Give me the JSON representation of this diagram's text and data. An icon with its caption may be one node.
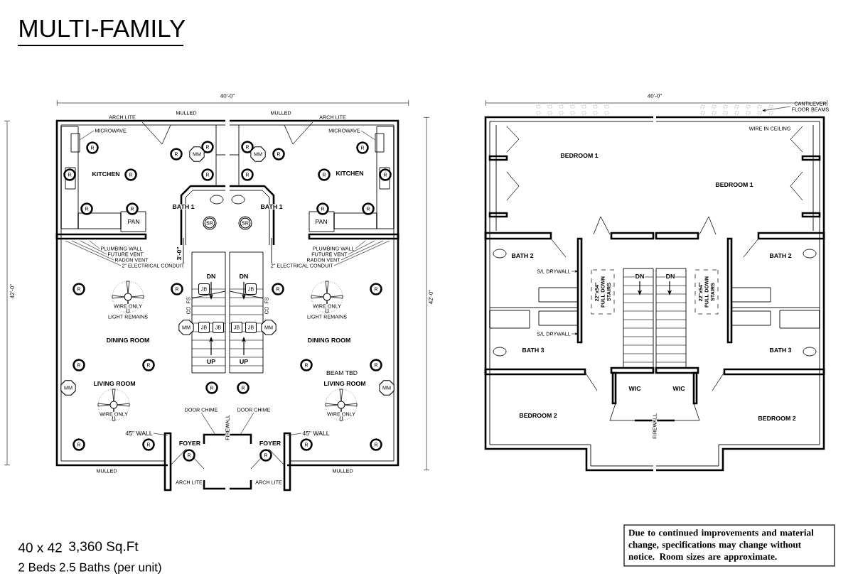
{
  "diagram": {
    "title": "MULTI-FAMILY",
    "nodes": [
      {
        "text": [
          "MICROWAVE"
        ]
      },
      {
        "text": [
          "MICROWAVE"
        ]
      },
      {
        "text": [
          "PLUMBING WALL"
        ]
      },
      {
        "text": [
          "FUTURE VENT"
        ]
      },
      {
        "text": [
          "RADON VENT"
        ]
      },
      {
        "text": [
          "2\" ELECTRICAL CONDUIT"
        ]
      },
      {
        "text": [
          "PLUMBING WALL"
        ]
      },
      {
        "text": [
          "FUTURE VENT"
        ]
      },
      {
        "text": [
          "RADON VENT"
        ]
      },
      {
        "text": [
          "2\" ELECTRICAL CONDUIT"
        ]
      },
      {
        "text": [
          "45\" WALL"
        ]
      },
      {
        "text": [
          "45\" WALL"
        ]
      },
      {
        "text": [
          "DOOR CHIME"
        ]
      },
      {
        "text": [
          "DOOR CHIME"
        ]
      },
      {
        "text": [
          "CANTILEVER FLOOR BEAMS"
        ]
      },
      {
        "text": [
          "S/L DRYWALL"
        ]
      },
      {
        "text": [
          "S/L DRYWALL"
        ]
      },
      {
        "text": [
          "Due to continued improvements and material change, specifications may change without notice. Room sizes are approximate."
        ]
      },
      {
        "text": [
          "R"
        ]
      },
      {
        "text": [
          "R"
        ]
      },
      {
        "text": [
          "R"
        ]
      },
      {
        "text": [
          "R"
        ]
      },
      {
        "text": [
          "R"
        ]
      },
      {
        "text": [
          "MM"
        ]
      },
      {
        "text": [
          "MM"
        ]
      },
      {
        "text": [
          "R"
        ]
      },
      {
        "text": [
          "R"
        ]
      },
      {
        "text": [
          "R"
        ]
      },
      {
        "text": [
          "R"
        ]
      },
      {
        "text": [
          "R"
        ]
      },
      {
        "text": [
          "R"
        ]
      },
      {
        "text": [
          "R"
        ]
      },
      {
        "text": [
          "R"
        ]
      },
      {
        "text": [
          "R"
        ]
      },
      {
        "text": [
          "R"
        ]
      },
      {
        "text": [
          "R"
        ]
      },
      {
        "text": [
          "SR"
        ]
      },
      {
        "text": [
          "SR"
        ]
      },
      {
        "text": [
          "R"
        ]
      },
      {
        "text": [
          "R"
        ]
      },
      {
        "text": [
          "JB"
        ]
      },
      {
        "text": [
          "JB"
        ]
      },
      {
        "text": [
          "R"
        ]
      },
      {
        "text": [
          "R"
        ]
      },
      {
        "text": [
          "MM"
        ]
      },
      {
        "text": [
          "JB"
        ]
      },
      {
        "text": [
          "JB"
        ]
      },
      {
        "text": [
          "JB"
        ]
      },
      {
        "text": [
          "JB"
        ]
      },
      {
        "text": [
          "MM"
        ]
      },
      {
        "text": [
          "R"
        ]
      },
      {
        "text": [
          "R"
        ]
      },
      {
        "text": [
          "R"
        ]
      },
      {
        "text": [
          "R"
        ]
      },
      {
        "text": [
          "MM"
        ]
      },
      {
        "text": [
          "R"
        ]
      },
      {
        "text": [
          "R"
        ]
      },
      {
        "text": [
          "MM"
        ]
      },
      {
        "text": [
          "R"
        ]
      },
      {
        "text": [
          "R"
        ]
      },
      {
        "text": [
          "R"
        ]
      },
      {
        "text": [
          "R"
        ]
      },
      {
        "text": [
          "R"
        ]
      },
      {
        "text": [
          "R"
        ]
      },
      {
        "text": [],
        "shape": "box"
      },
      {
        "text": [],
        "shape": "box"
      }
    ],
    "edges": [
      {
        "from": 0,
        "to": 64,
        "arrow": "none"
      },
      {
        "from": 1,
        "to": 65,
        "arrow": "none"
      },
      {
        "from": 2,
        "to": null,
        "arrow": "none"
      },
      {
        "from": 3,
        "to": null,
        "arrow": "none"
      },
      {
        "from": 4,
        "to": null,
        "arrow": "none"
      },
      {
        "from": 5,
        "to": null,
        "arrow": "none"
      },
      {
        "from": 6,
        "to": null,
        "arrow": "none"
      },
      {
        "from": 7,
        "to": null,
        "arrow": "none"
      },
      {
        "from": 8,
        "to": null,
        "arrow": "none"
      },
      {
        "from": 9,
        "to": null,
        "arrow": "none"
      },
      {
        "from": 10,
        "to": null,
        "arrow": "none"
      },
      {
        "from": 11,
        "to": null,
        "arrow": "none"
      },
      {
        "from": 12,
        "to": null,
        "arrow": "none"
      },
      {
        "from": 13,
        "to": null,
        "arrow": "none"
      },
      {
        "from": 14,
        "to": null,
        "arrow": "to"
      },
      {
        "from": 15,
        "to": null,
        "arrow": "to"
      },
      {
        "from": 16,
        "to": null,
        "arrow": "to"
      }
    ],
    "labels": [
      "40'-0\"",
      "42'-0\"",
      "ARCH LITE",
      "MULLED",
      "MULLED",
      "ARCH LITE",
      "KITCHEN",
      "KITCHEN",
      "BATH 1",
      "BATH 1",
      "PAN",
      "PAN",
      "3'-0\"",
      "DN",
      "DN",
      "CO",
      "FS",
      "CO",
      "FS",
      "WIRE ONLY",
      "LIGHT REMAINS",
      "WIRE ONLY",
      "LIGHT REMAINS",
      "DINING ROOM",
      "DINING ROOM",
      "UP",
      "UP",
      "BEAM TBD",
      "LIVING ROOM",
      "LIVING ROOM",
      "WIRE ONLY",
      "WIRE ONLY",
      "FIREWALL",
      "FOYER",
      "FOYER",
      "MULLED",
      "MULLED",
      "ARCH LITE",
      "ARCH LITE",
      "40'-0\"",
      "42'-0\"",
      "WIRE IN CEILING",
      "BEDROOM 1",
      "BEDROOM 1",
      "BATH 2",
      "BATH 2",
      "22\"x54\" PULL DOWN STAIRS",
      "22\"x54\" PULL DOWN STAIRS",
      "DN",
      "DN",
      "BATH 3",
      "BATH 3",
      "WIC",
      "WIC",
      "BEDROOM 2",
      "BEDROOM 2",
      "FIREWALL",
      "40 x 42",
      "3,360 Sq.Ft",
      "2 Beds 2.5 Baths (per unit)"
    ]
  }
}
